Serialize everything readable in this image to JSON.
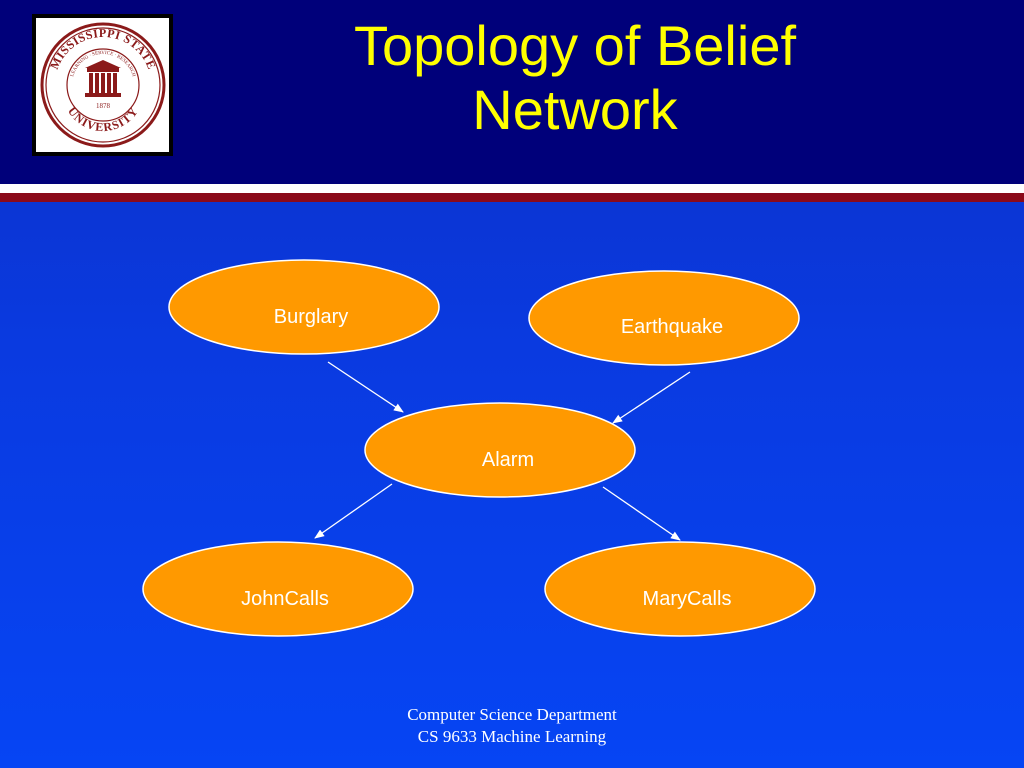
{
  "slide": {
    "title_line1": "Topology of Belief",
    "title_line2": "Network"
  },
  "logo": {
    "name": "mississippi-state-university-seal",
    "text_top": "MISSISSIPPI STATE",
    "text_bottom": "UNIVERSITY",
    "text_inner": "LEARNING · SERVICE · RESEARCH",
    "year": "1878",
    "color": "#8b1a1a"
  },
  "diagram": {
    "nodes": [
      {
        "id": "burglary",
        "label": "Burglary"
      },
      {
        "id": "earthquake",
        "label": "Earthquake"
      },
      {
        "id": "alarm",
        "label": "Alarm"
      },
      {
        "id": "johncalls",
        "label": "JohnCalls"
      },
      {
        "id": "marycalls",
        "label": "MaryCalls"
      }
    ],
    "edges": [
      {
        "from": "burglary",
        "to": "alarm"
      },
      {
        "from": "earthquake",
        "to": "alarm"
      },
      {
        "from": "alarm",
        "to": "johncalls"
      },
      {
        "from": "alarm",
        "to": "marycalls"
      }
    ],
    "node_fill": "#ff9900",
    "node_stroke": "#ffffff",
    "edge_color": "#ffffff"
  },
  "footer": {
    "line1": "Computer Science Department",
    "line2": "CS 9633 Machine Learning"
  },
  "colors": {
    "header_bg": "#00007a",
    "title": "#ffff00",
    "rule_white": "#ffffff",
    "rule_red": "#8b0a1a"
  }
}
